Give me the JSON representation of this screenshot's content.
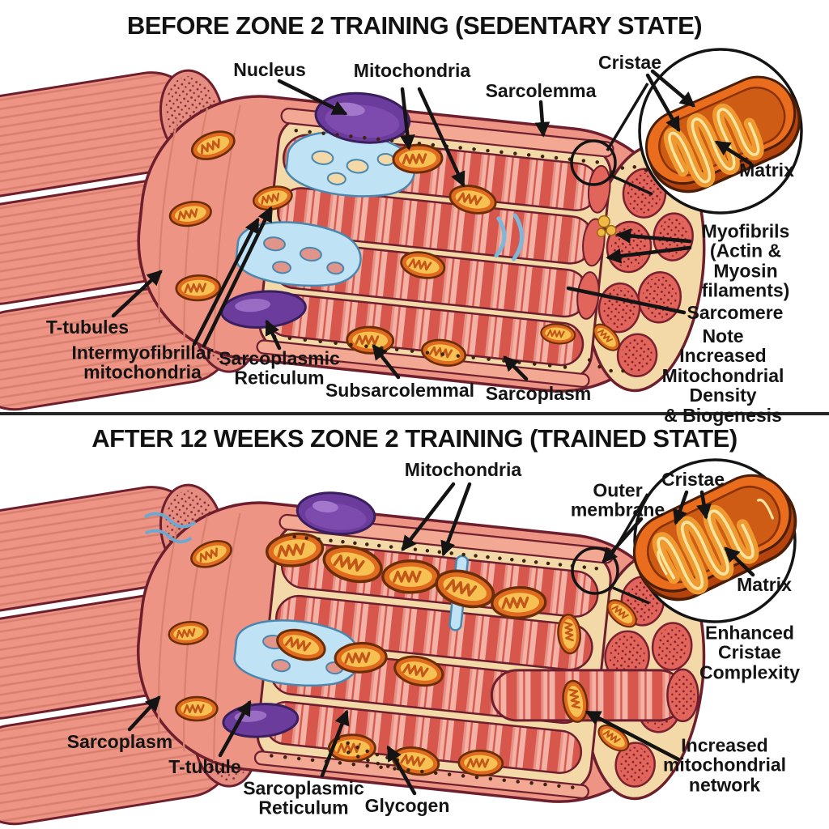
{
  "panel_before": {
    "title": "BEFORE ZONE 2 TRAINING (SEDENTARY STATE)",
    "labels": {
      "nucleus": "Nucleus",
      "mitochondria": "Mitochondria",
      "sarcolemma": "Sarcolemma",
      "cristae": "Cristae",
      "matrix": "Matrix",
      "myofibrils": "Myofibrils\n(Actin & Myosin\nfilaments)",
      "sarcomere": "Sarcomere",
      "t_tubules": "T-tubules",
      "intermyofibrillar_mitochondria": "Intermyofibrillar\nmitochondria",
      "sarcoplasmic_reticulum": "Sarcoplasmic\nReticulum",
      "subsarcolemmal": "Subsarcolemmal",
      "sarcoplasm": "Sarcoplasm",
      "note": "Note Increased\nMitochondrial Density\n& Biogenesis"
    }
  },
  "panel_after": {
    "title": "AFTER 12 WEEKS ZONE 2 TRAINING (TRAINED STATE)",
    "labels": {
      "mitochondria": "Mitochondria",
      "outer_membrane": "Outer\nmembrane",
      "cristae": "Cristae",
      "matrix": "Matrix",
      "enhanced_cristae": "Enhanced\nCristae\nComplexity",
      "sarcoplasm": "Sarcoplasm",
      "t_tubule": "T-tubule",
      "sarcoplasmic_reticulum": "Sarcoplasmic\nReticulum",
      "glycogen": "Glycogen",
      "increased_network": "Increased\nmitochondrial\nnetwork"
    }
  },
  "colors": {
    "muscle_surface": "#ee9484",
    "muscle_outline": "#6e1f2e",
    "myofibril_red": "#d5544a",
    "myofibril_light": "#f2b3a6",
    "myofibril_face": "#e2655c",
    "sarcoplasm_cream": "#f3d9a7",
    "mitochondria_orange": "#e06b1e",
    "mitochondria_inner": "#f6c052",
    "inset_rim_orange": "#ea6d1d",
    "inset_matrix": "#cf5c15",
    "cristae_cream": "#fbe3a0",
    "nucleus_purple": "#6b3c9b",
    "sr_blue": "#bfe2f4",
    "sr_blue_outline": "#4a86ae",
    "arrow_black": "#141414",
    "divider": "#262626",
    "background": "#ffffff"
  }
}
